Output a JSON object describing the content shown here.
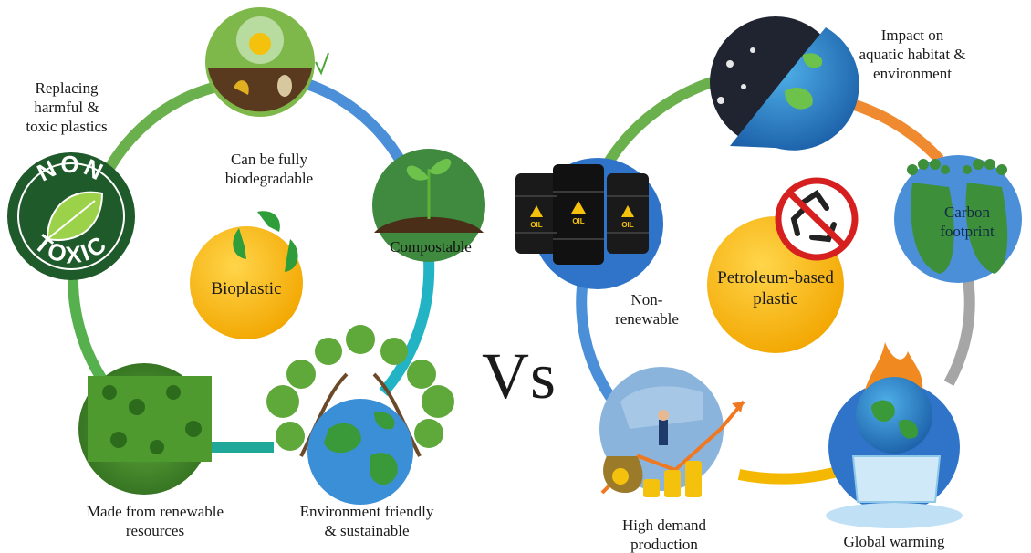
{
  "bioplastic": {
    "center": "Bioplastic",
    "nodes": [
      {
        "key": "non-toxic",
        "badge_top": "NON",
        "badge_bottom": "TOXIC",
        "label": "Replacing\nharmful &\ntoxic plastics"
      },
      {
        "key": "biodegradable",
        "label": "Can be fully\nbiodegradable"
      },
      {
        "key": "compostable",
        "label": "Compostable"
      },
      {
        "key": "environment-friendly",
        "label": "Environment friendly\n& sustainable"
      },
      {
        "key": "renewable-resources",
        "label": "Made from renewable\nresources"
      }
    ]
  },
  "comparison": {
    "vs": "Vs"
  },
  "petroleum": {
    "center": "Petroleum-based\nplastic",
    "oil_label": "OIL",
    "nodes": [
      {
        "key": "aquatic-impact",
        "label": "Impact on\naquatic habitat &\nenvironment"
      },
      {
        "key": "carbon-footprint",
        "label": "Carbon\nfootprint"
      },
      {
        "key": "global-warming",
        "label": "Global warming"
      },
      {
        "key": "high-demand",
        "label": "High demand\nproduction"
      },
      {
        "key": "non-renewable",
        "label": "Non-\nrenewable"
      }
    ]
  },
  "colors": {
    "ring_green": "#6aa84f",
    "ring_blue": "#4a90d9",
    "ring_teal": "#2ab0b8",
    "ring_orange": "#f08a30",
    "ring_gray": "#a0a0a0",
    "ring_yellow": "#f5b800",
    "center_yellow": "#f7b500",
    "node_blue": "#3d7fd0",
    "node_green": "#3f8f3f"
  }
}
